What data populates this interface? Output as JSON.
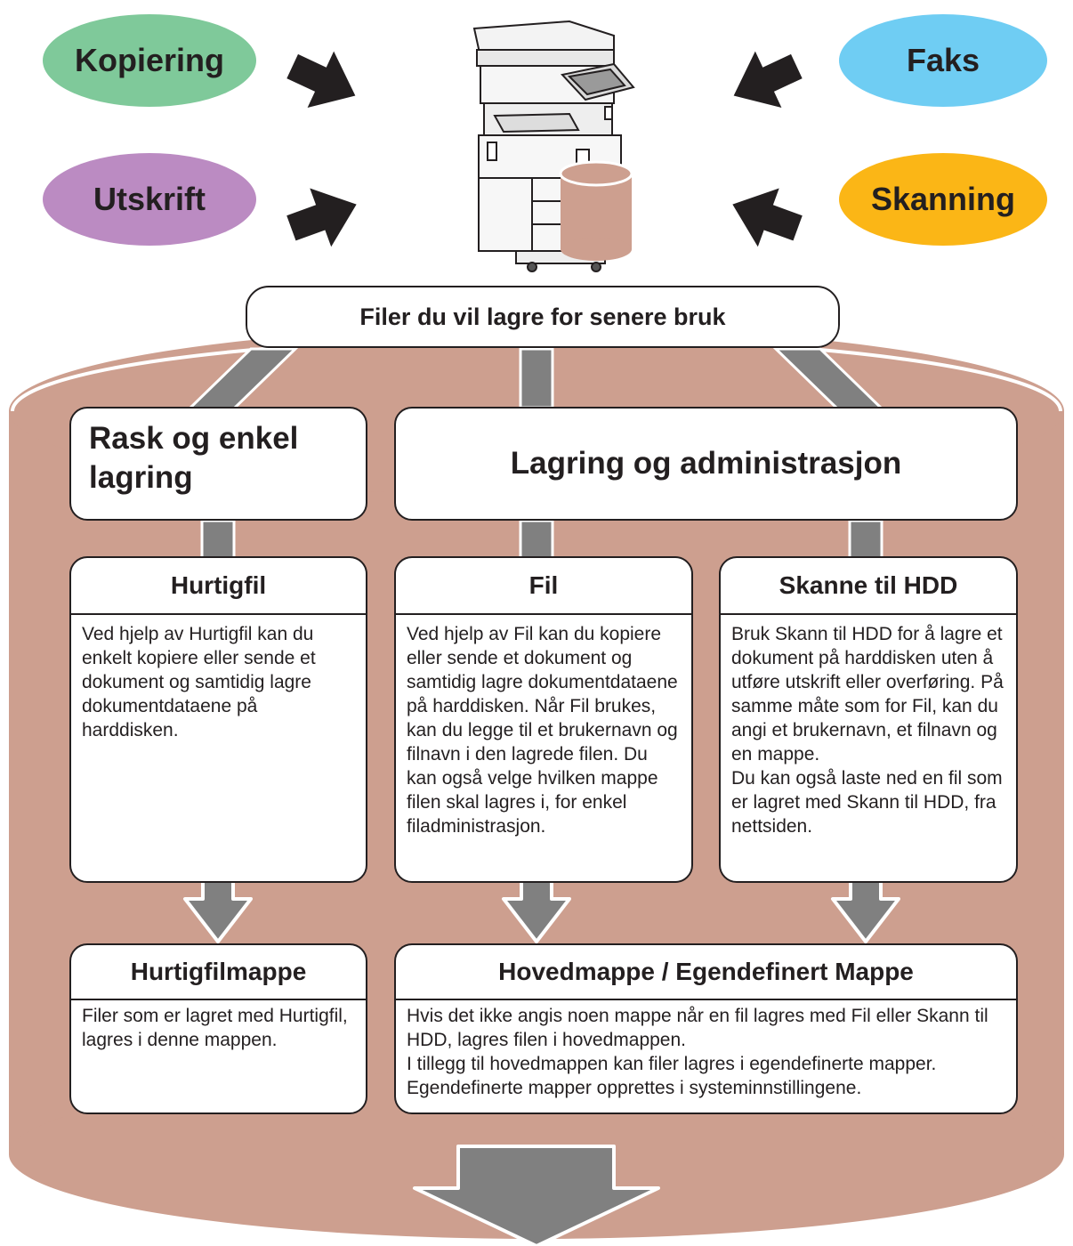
{
  "inputs": {
    "copy": "Kopiering",
    "print": "Utskrift",
    "fax": "Faks",
    "scan": "Skanning"
  },
  "top_label": "Filer du vil lagre for senere bruk",
  "categories": {
    "quick": "Rask og enkel lagring",
    "quick_line1": "Rask og enkel",
    "quick_line2": "lagring",
    "manage": "Lagring og administrasjon"
  },
  "columns": [
    {
      "title": "Hurtigfil",
      "text": "Ved hjelp av Hurtigfil kan du enkelt kopiere eller sende et dokument og samtidig lagre dokumentdataene på harddisken."
    },
    {
      "title": "Fil",
      "text": "Ved hjelp av Fil kan du kopiere eller sende et dokument og samtidig lagre dokumentdataene på harddisken. Når Fil brukes, kan du legge til et brukernavn og filnavn i den lagrede filen. Du kan også velge hvilken mappe filen skal lagres i, for enkel filadministrasjon."
    },
    {
      "title": "Skanne til HDD",
      "text": "Bruk Skann til HDD for å lagre et dokument på harddisken uten å utføre utskrift eller overføring. På samme måte som for Fil, kan du angi et brukernavn, et filnavn og en mappe.\nDu kan også laste ned en fil som er lagret med Skann til HDD, fra nettsiden."
    }
  ],
  "folders": [
    {
      "title": "Hurtigfilmappe",
      "text": "Filer som er lagret med Hurtigfil, lagres i denne mappen."
    },
    {
      "title": "Hovedmappe / Egendefinert Mappe",
      "text": "Hvis det ikke angis noen mappe når en fil lagres med Fil eller Skann til HDD, lagres filen i hovedmappen.\nI tillegg til hovedmappen kan filer lagres i egendefinerte mapper.\nEgendefinerte mapper opprettes i systeminnstillingene."
    }
  ],
  "colors": {
    "cylinder": "#cd9f8f",
    "connector": "#808080",
    "copy": "#7fc99a",
    "print": "#bb8bc2",
    "fax": "#6fcdf3",
    "scan": "#fbb616"
  }
}
